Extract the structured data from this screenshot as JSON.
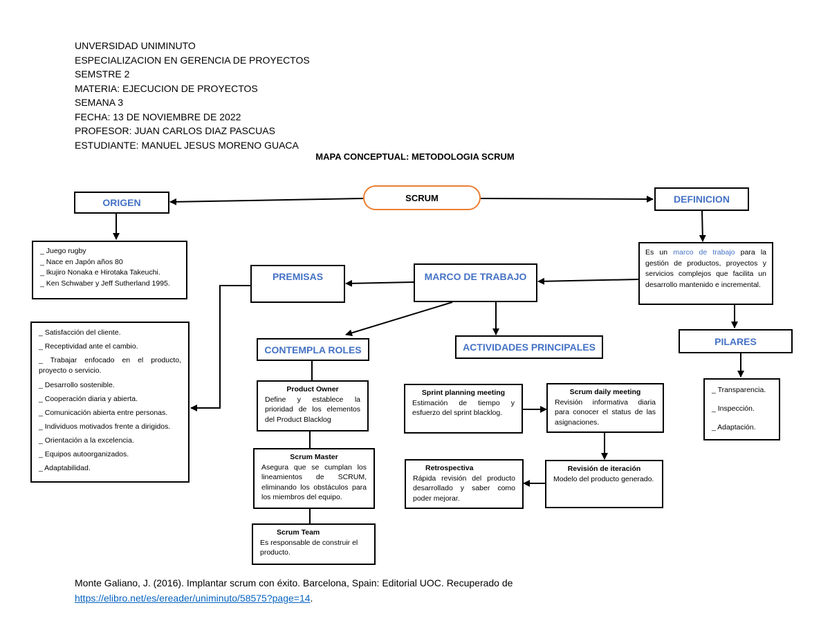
{
  "header": {
    "lines": [
      "UNVERSIDAD UNIMINUTO",
      "ESPECIALIZACION EN GERENCIA DE PROYECTOS",
      "SEMSTRE 2",
      "MATERIA: EJECUCION DE PROYECTOS",
      "SEMANA 3",
      "FECHA: 13 DE NOVIEMBRE DE 2022",
      "PROFESOR: JUAN CARLOS DIAZ PASCUAS",
      "ESTUDIANTE: MANUEL JESUS MORENO GUACA"
    ]
  },
  "title": "MAPA CONCEPTUAL: METODOLOGIA SCRUM",
  "nodes": {
    "scrum": "SCRUM",
    "origen": "ORIGEN",
    "definicion": "DEFINICION",
    "premisas": "PREMISAS",
    "marco": "MARCO DE TRABAJO",
    "roles": "CONTEMPLA ROLES",
    "actividades": "ACTIVIDADES PRINCIPALES",
    "pilares": "PILARES"
  },
  "origen_items": [
    "_ Juego rugby",
    "_ Nace en Japón años 80",
    "_ Ikujiro Nonaka e Hirotaka Takeuchi.",
    "_ Ken Schwaber y Jeff Sutherland 1995."
  ],
  "definicion": {
    "pre": "Es un ",
    "highlight": "marco de trabajo",
    "post": " para la gestión de productos, proyectos y servicios complejos que facilita un desarrollo mantenido e incremental."
  },
  "premisas_items": [
    "_ Satisfacción del cliente.",
    "_ Receptividad ante el cambio.",
    "_ Trabajar enfocado en el producto, proyecto o servicio.",
    "_ Desarrollo sostenible.",
    "_ Cooperación diaria y abierta.",
    "_ Comunicación abierta entre personas.",
    "_ Individuos motivados frente a dirigidos.",
    "_ Orientación a la excelencia.",
    "_ Equipos autoorganizados.",
    "_ Adaptabilidad."
  ],
  "roles": {
    "po": {
      "title": "Product Owner",
      "text": "Define y establece la prioridad de los elementos del Product Blacklog"
    },
    "sm": {
      "title": "Scrum Master",
      "text": "Asegura que se cumplan los lineamientos de SCRUM, eliminando los obstáculos para los miembros del equipo."
    },
    "st": {
      "title": "Scrum Team",
      "text": "Es responsable de construir el producto."
    }
  },
  "activities": {
    "planning": {
      "title": "Sprint planning meeting",
      "text": "Estimación de tiempo y esfuerzo del sprint blacklog."
    },
    "daily": {
      "title": "Scrum daily meeting",
      "text": "Revisión informativa diaria para conocer el status de las asignaciones."
    },
    "revision": {
      "title": "Revisión de iteración",
      "text": "Modelo del producto generado."
    },
    "retro": {
      "title": "Retrospectiva",
      "text": "Rápida revisión del producto desarrollado y saber como poder mejorar."
    }
  },
  "pilares_items": [
    "_ Transparencia.",
    "_ Inspección.",
    "_ Adaptación."
  ],
  "reference": {
    "text": "Monte Galiano, J. (2016). Implantar scrum con éxito. Barcelona, Spain: Editorial UOC. Recuperado de",
    "link": "https://elibro.net/es/ereader/uniminuto/58575?page=14",
    "tail": "."
  }
}
